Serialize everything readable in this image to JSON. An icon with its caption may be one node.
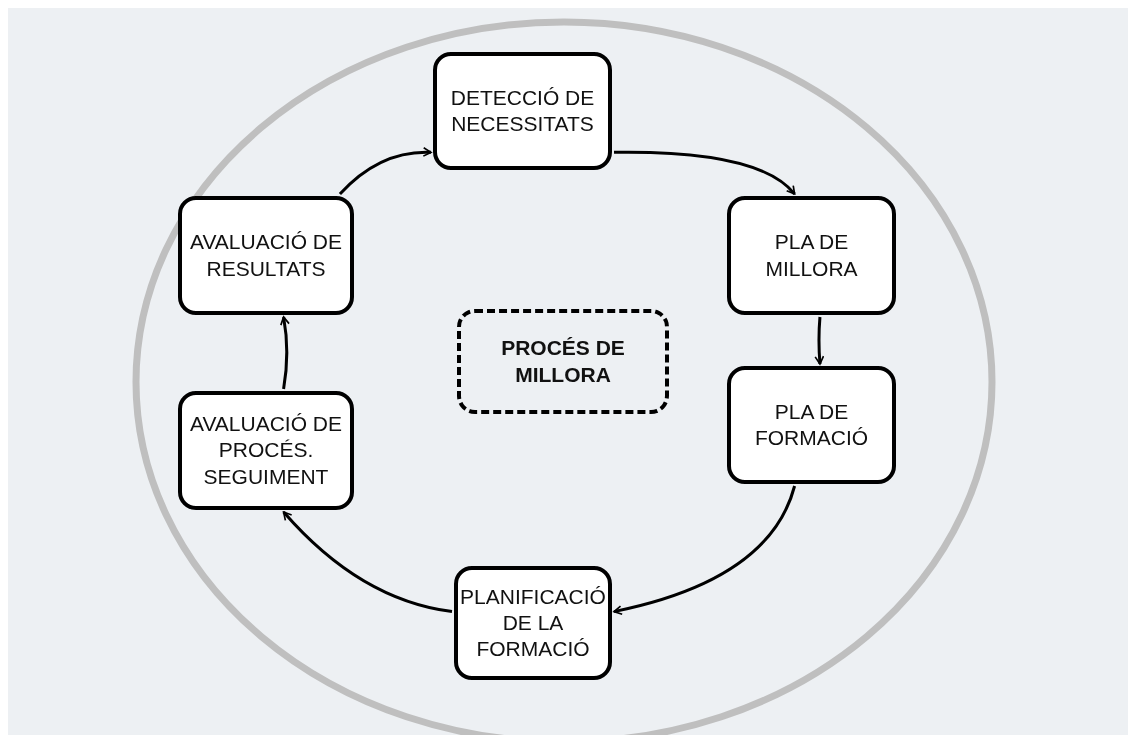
{
  "diagram": {
    "nodes": [
      {
        "text": [
          "DETECCIÓ DE NECESSITATS"
        ]
      },
      {
        "text": [
          "PLA DE MILLORA"
        ]
      },
      {
        "text": [
          "PLA DE FORMACIÓ"
        ]
      },
      {
        "text": [
          "PLANIFICACIÓ DE LA FORMACIÓ"
        ]
      },
      {
        "text": [
          "AVALUACIÓ DE PROCÉS. SEGUIMENT"
        ]
      },
      {
        "text": [
          "AVALUACIÓ DE RESULTATS"
        ]
      },
      {
        "text": [
          "PROCÉS DE MILLORA"
        ]
      }
    ],
    "edges": [
      {
        "from": 5,
        "to": 0,
        "arrow": "to"
      },
      {
        "from": 0,
        "to": 1,
        "arrow": "to"
      },
      {
        "from": 1,
        "to": 2,
        "arrow": "to"
      },
      {
        "from": 2,
        "to": 3,
        "arrow": "to"
      },
      {
        "from": 3,
        "to": 4,
        "arrow": "to"
      },
      {
        "from": 4,
        "to": 5,
        "arrow": "to"
      }
    ]
  }
}
